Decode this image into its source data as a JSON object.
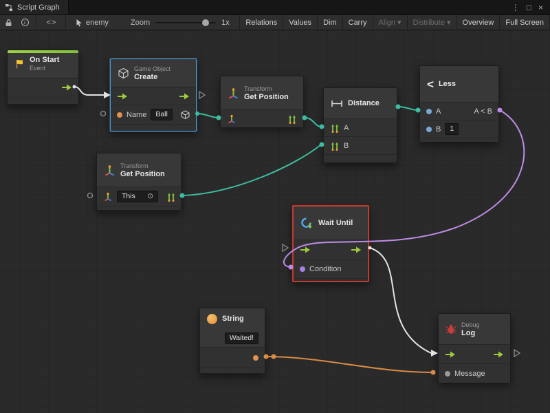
{
  "window": {
    "tab": "Script Graph",
    "menu_icon": "⋮",
    "maximize_icon": "□",
    "close_icon": "×"
  },
  "toolbar": {
    "target": "enemy",
    "zoom_label": "Zoom",
    "zoom_value": "1x",
    "info_glyph": "i",
    "code_icon": "< >",
    "buttons": {
      "relations": "Relations",
      "values": "Values",
      "dim": "Dim",
      "carry": "Carry",
      "align": "Align",
      "distribute": "Distribute",
      "overview": "Overview",
      "fullscreen": "Full Screen",
      "caret": "▾"
    }
  },
  "nodes": {
    "on_start": {
      "title": "On Start",
      "subtitle": "Event"
    },
    "create": {
      "subtitle": "Game Object",
      "title": "Create",
      "name_label": "Name",
      "name_value": "Ball"
    },
    "get_position_a": {
      "subtitle": "Transform",
      "title": "Get Position"
    },
    "get_position_b": {
      "subtitle": "Transform",
      "title": "Get Position",
      "this_value": "This",
      "target_icon": "⊙"
    },
    "distance": {
      "title": "Distance",
      "a_label": "A",
      "b_label": "B"
    },
    "less": {
      "icon": "<",
      "title": "Less",
      "a_label": "A",
      "b_label": "B",
      "b_value": "1",
      "output_label": "A < B"
    },
    "wait_until": {
      "title": "Wait Until",
      "condition_label": "Condition"
    },
    "string": {
      "title": "String",
      "value": "Waited!"
    },
    "debug_log": {
      "subtitle": "Debug",
      "title": "Log",
      "message_label": "Message"
    }
  },
  "colors": {
    "flow_green": "#9CCB3B",
    "edge_white": "#E3E3E3",
    "edge_teal": "#3DBCA0",
    "edge_purple": "#BE8CE8",
    "edge_orange": "#D98B45",
    "port_outline": "#8E8E8E"
  }
}
